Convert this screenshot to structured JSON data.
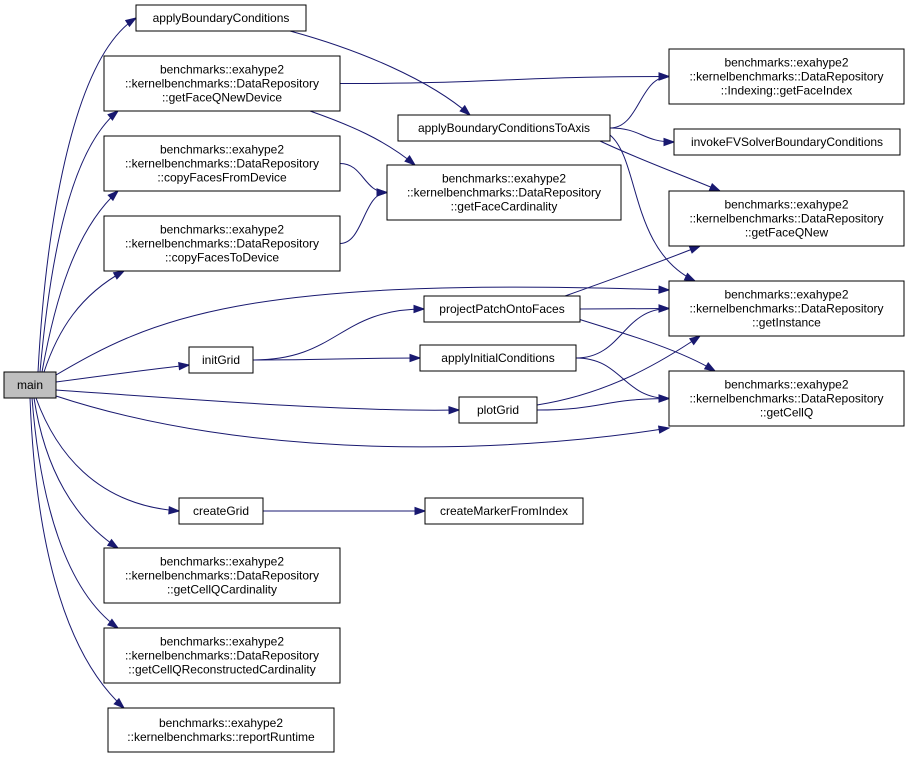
{
  "colors": {
    "edge": "#191970",
    "root_fill": "#bfbfbf",
    "node_fill": "#ffffff",
    "border": "#000000"
  },
  "nodes": {
    "main": {
      "lines": [
        "main"
      ]
    },
    "applyBoundaryConditions": {
      "lines": [
        "applyBoundaryConditions"
      ]
    },
    "getFaceQNewDevice": {
      "lines": [
        "benchmarks::exahype2",
        "::kernelbenchmarks::DataRepository",
        "::getFaceQNewDevice"
      ]
    },
    "copyFacesFromDevice": {
      "lines": [
        "benchmarks::exahype2",
        "::kernelbenchmarks::DataRepository",
        "::copyFacesFromDevice"
      ]
    },
    "copyFacesToDevice": {
      "lines": [
        "benchmarks::exahype2",
        "::kernelbenchmarks::DataRepository",
        "::copyFacesToDevice"
      ]
    },
    "applyBoundaryConditionsToAxis": {
      "lines": [
        "applyBoundaryConditionsToAxis"
      ]
    },
    "getFaceCardinality": {
      "lines": [
        "benchmarks::exahype2",
        "::kernelbenchmarks::DataRepository",
        "::getFaceCardinality"
      ]
    },
    "getFaceIndex": {
      "lines": [
        "benchmarks::exahype2",
        "::kernelbenchmarks::DataRepository",
        "::Indexing::getFaceIndex"
      ]
    },
    "invokeFVSolverBoundaryConditions": {
      "lines": [
        "invokeFVSolverBoundaryConditions"
      ]
    },
    "getFaceQNew": {
      "lines": [
        "benchmarks::exahype2",
        "::kernelbenchmarks::DataRepository",
        "::getFaceQNew"
      ]
    },
    "projectPatchOntoFaces": {
      "lines": [
        "projectPatchOntoFaces"
      ]
    },
    "getInstance": {
      "lines": [
        "benchmarks::exahype2",
        "::kernelbenchmarks::DataRepository",
        "::getInstance"
      ]
    },
    "initGrid": {
      "lines": [
        "initGrid"
      ]
    },
    "applyInitialConditions": {
      "lines": [
        "applyInitialConditions"
      ]
    },
    "getCellQ": {
      "lines": [
        "benchmarks::exahype2",
        "::kernelbenchmarks::DataRepository",
        "::getCellQ"
      ]
    },
    "plotGrid": {
      "lines": [
        "plotGrid"
      ]
    },
    "createGrid": {
      "lines": [
        "createGrid"
      ]
    },
    "createMarkerFromIndex": {
      "lines": [
        "createMarkerFromIndex"
      ]
    },
    "getCellQCardinality": {
      "lines": [
        "benchmarks::exahype2",
        "::kernelbenchmarks::DataRepository",
        "::getCellQCardinality"
      ]
    },
    "getCellQReconstructedCardinality": {
      "lines": [
        "benchmarks::exahype2",
        "::kernelbenchmarks::DataRepository",
        "::getCellQReconstructedCardinality"
      ]
    },
    "reportRuntime": {
      "lines": [
        "benchmarks::exahype2",
        "::kernelbenchmarks::reportRuntime"
      ]
    }
  },
  "edges": [
    {
      "from": "main",
      "to": "applyBoundaryConditions"
    },
    {
      "from": "main",
      "to": "getFaceQNewDevice"
    },
    {
      "from": "main",
      "to": "copyFacesFromDevice"
    },
    {
      "from": "main",
      "to": "copyFacesToDevice"
    },
    {
      "from": "main",
      "to": "getInstance"
    },
    {
      "from": "main",
      "to": "initGrid"
    },
    {
      "from": "main",
      "to": "plotGrid"
    },
    {
      "from": "main",
      "to": "getCellQ"
    },
    {
      "from": "main",
      "to": "createGrid"
    },
    {
      "from": "main",
      "to": "getCellQCardinality"
    },
    {
      "from": "main",
      "to": "getCellQReconstructedCardinality"
    },
    {
      "from": "main",
      "to": "reportRuntime"
    },
    {
      "from": "applyBoundaryConditions",
      "to": "applyBoundaryConditionsToAxis"
    },
    {
      "from": "getFaceQNewDevice",
      "to": "getFaceIndex"
    },
    {
      "from": "getFaceQNewDevice",
      "to": "getFaceCardinality"
    },
    {
      "from": "copyFacesFromDevice",
      "to": "getFaceCardinality"
    },
    {
      "from": "copyFacesToDevice",
      "to": "getFaceCardinality"
    },
    {
      "from": "applyBoundaryConditionsToAxis",
      "to": "getFaceIndex"
    },
    {
      "from": "applyBoundaryConditionsToAxis",
      "to": "invokeFVSolverBoundaryConditions"
    },
    {
      "from": "applyBoundaryConditionsToAxis",
      "to": "getFaceQNew"
    },
    {
      "from": "applyBoundaryConditionsToAxis",
      "to": "getInstance"
    },
    {
      "from": "initGrid",
      "to": "projectPatchOntoFaces"
    },
    {
      "from": "initGrid",
      "to": "applyInitialConditions"
    },
    {
      "from": "projectPatchOntoFaces",
      "to": "getFaceQNew"
    },
    {
      "from": "projectPatchOntoFaces",
      "to": "getInstance"
    },
    {
      "from": "projectPatchOntoFaces",
      "to": "getCellQ"
    },
    {
      "from": "applyInitialConditions",
      "to": "getInstance"
    },
    {
      "from": "applyInitialConditions",
      "to": "getCellQ"
    },
    {
      "from": "plotGrid",
      "to": "getInstance"
    },
    {
      "from": "plotGrid",
      "to": "getCellQ"
    },
    {
      "from": "createGrid",
      "to": "createMarkerFromIndex"
    }
  ]
}
